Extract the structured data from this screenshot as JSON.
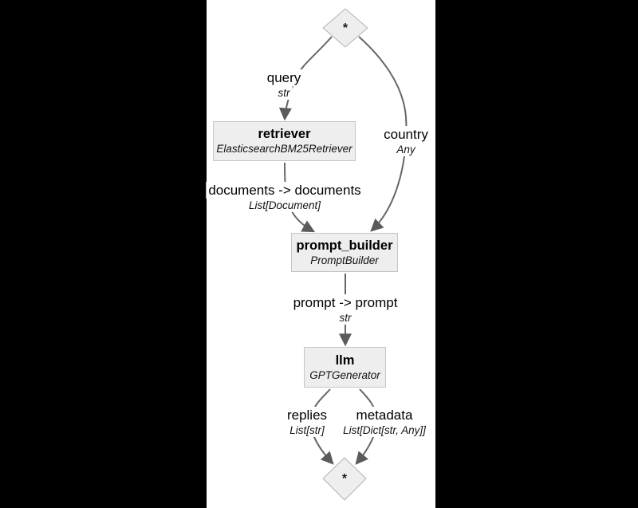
{
  "window": {
    "background_color": "#000000"
  },
  "diagram": {
    "canvas_background": "#ffffff",
    "nodes": {
      "input": {
        "label": "*"
      },
      "retriever": {
        "name": "retriever",
        "class": "ElasticsearchBM25Retriever"
      },
      "prompt_builder": {
        "name": "prompt_builder",
        "class": "PromptBuilder"
      },
      "llm": {
        "name": "llm",
        "class": "GPTGenerator"
      },
      "output": {
        "label": "*"
      }
    },
    "edges": {
      "query": {
        "label": "query",
        "type": "str"
      },
      "country": {
        "label": "country",
        "type": "Any"
      },
      "documents": {
        "label": "documents -> documents",
        "type": "List[Document]"
      },
      "prompt": {
        "label": "prompt -> prompt",
        "type": "str"
      },
      "replies": {
        "label": "replies",
        "type": "List[str]"
      },
      "metadata": {
        "label": "metadata",
        "type": "List[Dict[str, Any]]"
      }
    },
    "colors": {
      "node_fill": "#eeeeee",
      "node_border": "#c5c5c5",
      "diamond_border": "#b3b3b3",
      "edge_line": "#666666",
      "arrowhead": "#5b5b5b",
      "text": "#000000"
    }
  }
}
